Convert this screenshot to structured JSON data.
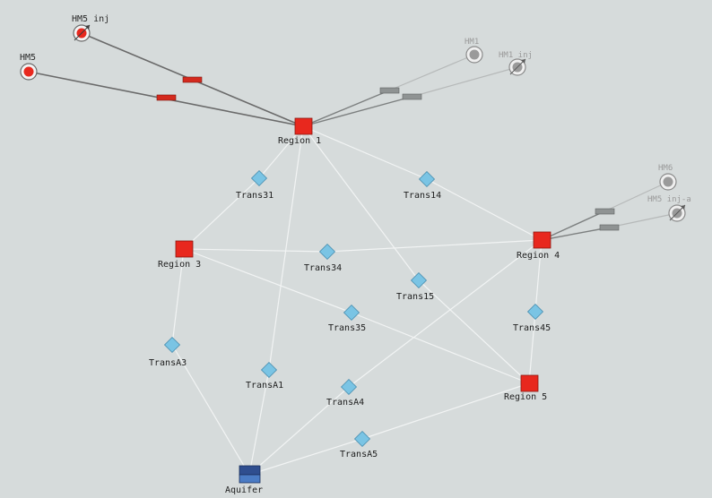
{
  "diagram": {
    "colors": {
      "background": "#d6dbdb",
      "region": "#e8281e",
      "transfer": "#7ac4e4",
      "aquifer": "#2f4e8f",
      "active_well": "#e8281e",
      "inactive_well": "#9a9a9a",
      "connection": "#f2f4f4"
    },
    "regions": {
      "r1": "Region 1",
      "r3": "Region 3",
      "r4": "Region 4",
      "r5": "Region 5"
    },
    "aquifer": {
      "label": "Aquifer"
    },
    "transfers": {
      "t31": "Trans31",
      "t14": "Trans14",
      "t34": "Trans34",
      "t15": "Trans15",
      "t35": "Trans35",
      "t45": "Trans45",
      "ta3": "TransA3",
      "ta1": "TransA1",
      "ta4": "TransA4",
      "ta5": "TransA5"
    },
    "wells": {
      "hm5inj": {
        "label": "HM5 inj",
        "state": "active"
      },
      "hm5": {
        "label": "HM5",
        "state": "active"
      },
      "hm1": {
        "label": "HM1",
        "state": "inactive"
      },
      "hm1inj": {
        "label": "HM1 inj",
        "state": "inactive"
      },
      "hm6": {
        "label": "HM6",
        "state": "inactive"
      },
      "hm5inja": {
        "label": "HM5 inj-a",
        "state": "inactive"
      }
    }
  }
}
